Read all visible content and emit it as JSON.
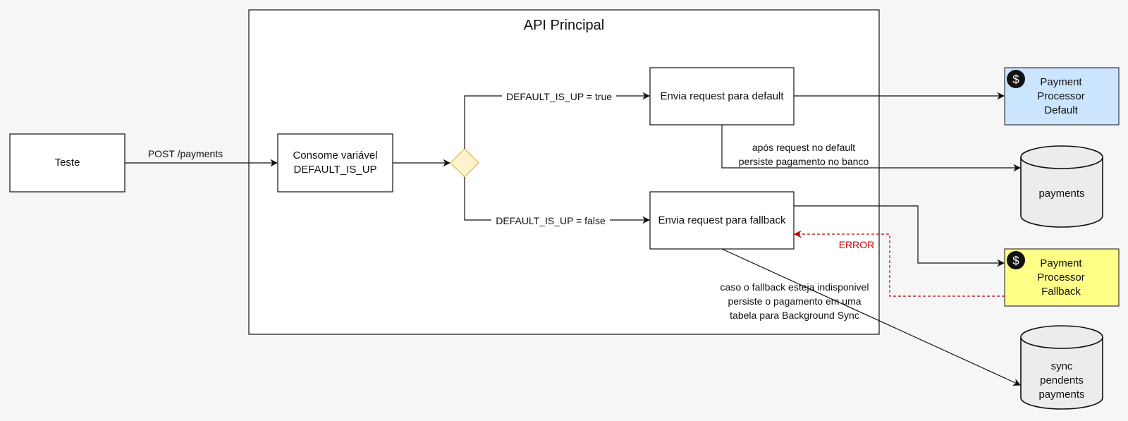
{
  "container": {
    "title": "API Principal"
  },
  "nodes": {
    "teste": "Teste",
    "consome": "Consome variável\nDEFAULT_IS_UP",
    "envia_default": "Envia request para default",
    "envia_fallback": "Envia request para fallback",
    "pp_default": "Payment\nProcessor\nDefault",
    "pp_fallback": "Payment\nProcessor\nFallback",
    "db_payments": "payments",
    "db_sync": "sync\npendents\npayments"
  },
  "edges": {
    "post_payments": "POST /payments",
    "default_true": "DEFAULT_IS_UP = true",
    "default_false": "DEFAULT_IS_UP = false",
    "persist_default": "após request no default\npersiste pagamento no banco",
    "error": "ERROR",
    "fallback_unavailable": "caso o fallback esteja indisponivel\npersiste o pagamento em uma\ntabela para Background Sync"
  },
  "icons": {
    "payment_processor": "dollar-coin-icon"
  },
  "colors": {
    "pp_default_fill": "#cce5ff",
    "pp_fallback_fill": "#ffff88",
    "decision_fill": "#fff2cc",
    "decision_stroke": "#d6b656",
    "error": "#c00000",
    "database_fill": "#ececec"
  }
}
